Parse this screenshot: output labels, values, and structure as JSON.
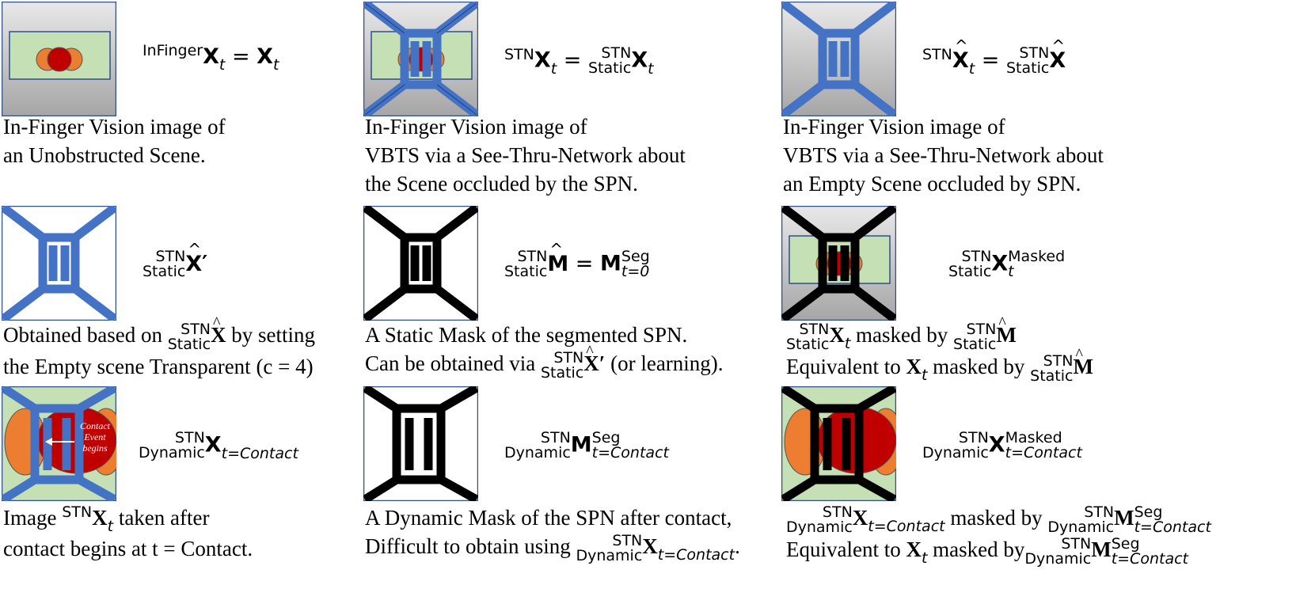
{
  "cells": [
    {
      "formula_main": "InFinger",
      "formula_text": "= X",
      "caption": [
        "In-Finger Vision image of",
        "an Unobstructed Scene."
      ]
    },
    {
      "caption": [
        "In-Finger Vision image of",
        "VBTS via a See-Thru-Network about",
        "the Scene occluded by the SPN."
      ]
    },
    {
      "caption": [
        "In-Finger Vision image of",
        "VBTS via a See-Thru-Network about",
        "an Empty Scene occluded by SPN."
      ]
    },
    {
      "caption_line1_pre": "Obtained based on",
      "caption_line1_post": "by setting",
      "caption_line2": "the Empty scene Transparent (c = 4)"
    },
    {
      "caption_line1": "A Static Mask of the segmented SPN.",
      "caption_line2_pre": "Can be obtained via",
      "caption_line2_post": "(or learning)."
    },
    {
      "caption_line1_mid": "masked by",
      "caption_line2_pre": "Equivalent to",
      "caption_line2_mid": "masked by"
    },
    {
      "annotation": [
        "Contact",
        "Event",
        "begins"
      ],
      "caption_line1_pre": "Image",
      "caption_line1_post": "taken after",
      "caption_line2": "contact begins at t = Contact."
    },
    {
      "caption_line1": "A Dynamic Mask of the SPN after contact,",
      "caption_line2_pre": "Difficult to obtain using"
    },
    {
      "caption_line1_mid": "masked by",
      "caption_line2_pre": "Equivalent to",
      "caption_line2_mid": "masked by"
    }
  ],
  "symbols": {
    "stn": "STN",
    "static": "Static",
    "dynamic": "Dynamic",
    "seg": "Seg",
    "masked": "Masked",
    "t": "t",
    "t0": "t=0",
    "tc": "t=Contact"
  },
  "colors": {
    "spn_blue": "#4472c4",
    "mask_black": "#000000",
    "scene_green": "#c5e0b4",
    "object_orange": "#ed7d31",
    "object_red": "#c00000"
  }
}
